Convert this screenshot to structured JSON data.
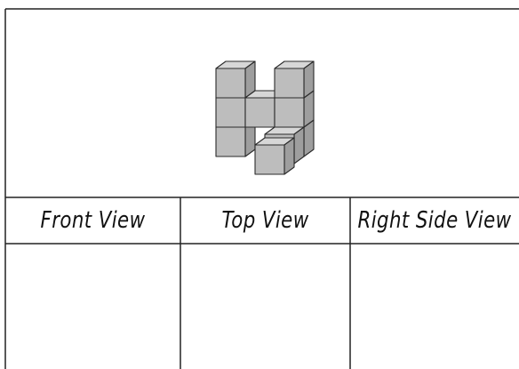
{
  "worksheet": {
    "views": [
      {
        "label": "Front View",
        "answer": ""
      },
      {
        "label": "Top View",
        "answer": ""
      },
      {
        "label": "Right Side View",
        "answer": ""
      }
    ],
    "model": {
      "cube_count": 9,
      "colors": {
        "top": "#d7d7d7",
        "front": "#bdbdbd",
        "side": "#9e9e9e",
        "outline": "#2a2a2a"
      }
    }
  }
}
